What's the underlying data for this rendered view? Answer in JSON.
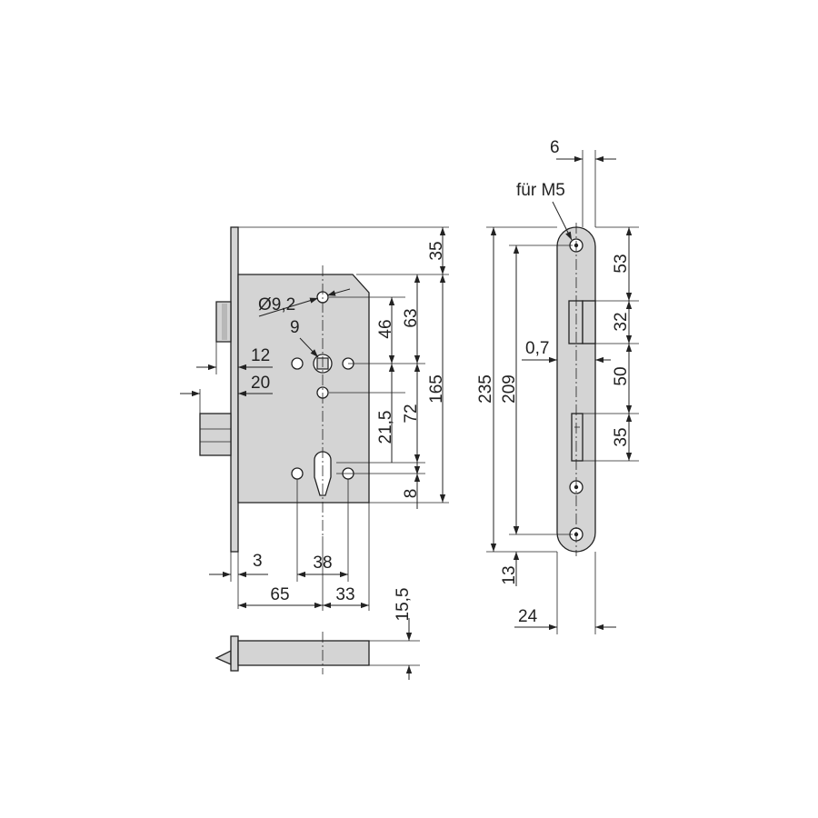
{
  "dimensions": {
    "d35_top": "35",
    "d63": "63",
    "d46": "46",
    "d165": "165",
    "d72": "72",
    "d21_5": "21,5",
    "d8": "8",
    "d9_2": "Ø9,2",
    "d9": "9",
    "d12": "12",
    "d20": "20",
    "d3": "3",
    "d38": "38",
    "d65": "65",
    "d33": "33",
    "d15_5": "15,5",
    "d6": "6",
    "fuer_m5": "für M5",
    "d235": "235",
    "d209": "209",
    "d0_7": "0,7",
    "d53": "53",
    "d32": "32",
    "d50": "50",
    "d35_plate": "35",
    "d13": "13",
    "d24": "24"
  },
  "colors": {
    "part_fill": "#d4d4d4",
    "line": "#222222",
    "background": "#ffffff"
  }
}
